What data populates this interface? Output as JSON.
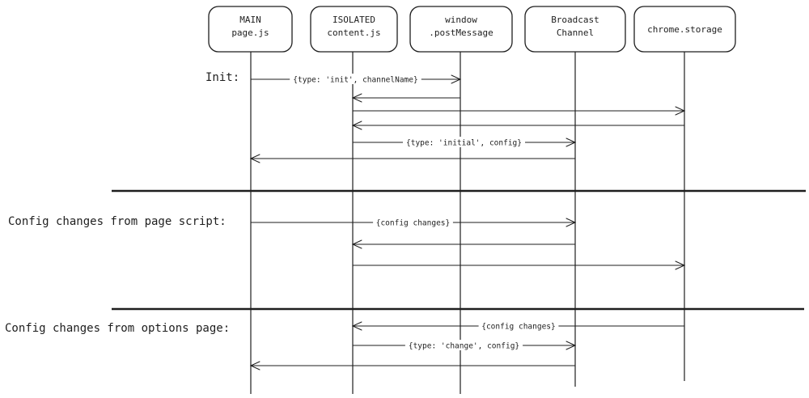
{
  "participants": [
    {
      "id": "main",
      "lines": [
        "MAIN",
        "page.js"
      ]
    },
    {
      "id": "isolated",
      "lines": [
        "ISOLATED",
        "content.js"
      ]
    },
    {
      "id": "window",
      "lines": [
        "window",
        ".postMessage"
      ]
    },
    {
      "id": "broadcast",
      "lines": [
        "Broadcast",
        "Channel"
      ]
    },
    {
      "id": "storage",
      "lines": [
        "chrome.storage"
      ]
    }
  ],
  "sections": [
    {
      "title": "Init:"
    },
    {
      "title": "Config changes from page script:"
    },
    {
      "title": "Config changes from options page:"
    }
  ],
  "messages": [
    {
      "from": "main",
      "to": "window",
      "label": "{type: 'init', channelName}"
    },
    {
      "from": "window",
      "to": "isolated",
      "label": ""
    },
    {
      "from": "isolated",
      "to": "storage",
      "label": ""
    },
    {
      "from": "storage",
      "to": "isolated",
      "label": ""
    },
    {
      "from": "isolated",
      "to": "broadcast",
      "label": "{type: 'initial', config}"
    },
    {
      "from": "broadcast",
      "to": "main",
      "label": ""
    },
    {
      "from": "main",
      "to": "broadcast",
      "label": "{config changes}"
    },
    {
      "from": "broadcast",
      "to": "isolated",
      "label": ""
    },
    {
      "from": "isolated",
      "to": "storage",
      "label": ""
    },
    {
      "from": "storage",
      "to": "isolated",
      "label": "{config changes}"
    },
    {
      "from": "isolated",
      "to": "broadcast",
      "label": "{type: 'change', config}"
    },
    {
      "from": "broadcast",
      "to": "main",
      "label": ""
    }
  ]
}
